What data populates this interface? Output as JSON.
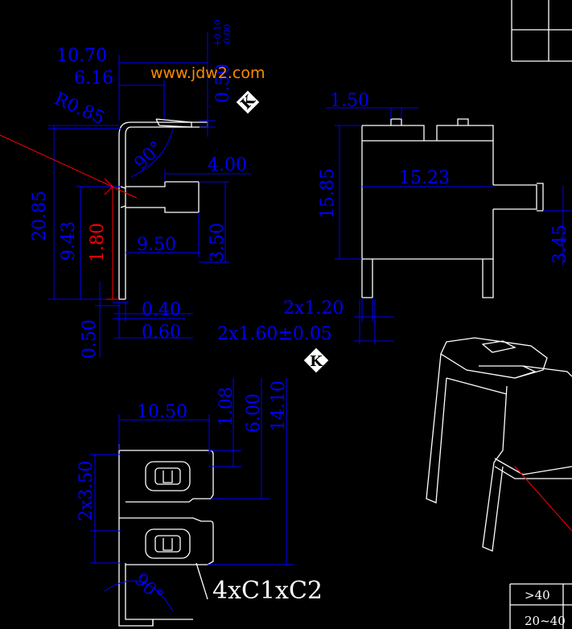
{
  "watermark": "www.jdw2.com",
  "side_view": {
    "dims": {
      "d_10_70": "10.70",
      "d_6_16": "6.16",
      "d_r085": "R0.85",
      "d_tol_up": "+0.10",
      "d_tol_dn": "-0.00",
      "d_0_50_top": "0.50",
      "d_90": "90°",
      "d_4_00": "4.00",
      "d_20_85": "20.85",
      "d_9_43": "9.43",
      "d_1_80": "1.80",
      "d_9_50": "9.50",
      "d_3_50": "3.50",
      "d_0_40": "0.40",
      "d_0_60": "0.60",
      "d_0_50": "0.50"
    }
  },
  "front_view": {
    "dims": {
      "d_1_50": "1.50",
      "d_15_85": "15.85",
      "d_15_23": "15.23",
      "d_3_45": "3.45",
      "d_2x1_20": "2x1.20",
      "d_2x1_60": "2x1.60±0.05"
    }
  },
  "markers": {
    "k": "K"
  },
  "bottom_view": {
    "dims": {
      "d_10_50": "10.50",
      "d_1_08": "1.08",
      "d_6_00": "6.00",
      "d_14_10": "14.10",
      "d_2x3_50": "2x3.50",
      "d_90": "90°"
    },
    "chamfer_note": "4xC1xC2"
  },
  "title_table": {
    "cells": [
      ">40",
      "20~40"
    ]
  }
}
